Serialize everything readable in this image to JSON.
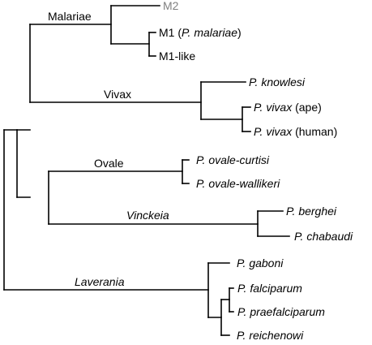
{
  "colors": {
    "branch": "#000000",
    "text": "#000000",
    "muted": "#808080"
  },
  "clades": {
    "malariae": "Malariae",
    "vivax": "Vivax",
    "ovale": "Ovale",
    "vinckeia": "Vinckeia",
    "laverania": "Laverania"
  },
  "leaves": {
    "m2": "M2",
    "m1_prefix": "M1 (",
    "m1_species": "P. malariae",
    "m1_suffix": ")",
    "m1_like": "M1-like",
    "knowlesi": "P. knowlesi",
    "vivax_species": "P. vivax",
    "vivax_ape_host": " (ape)",
    "vivax_human_host": " (human)",
    "ovale_curtisi": "P. ovale-curtisi",
    "ovale_wallikeri": "P. ovale-wallikeri",
    "berghei": "P. berghei",
    "chabaudi": "P. chabaudi",
    "gaboni": "P. gaboni",
    "falciparum": "P. falciparum",
    "praefalciparum": "P. praefalciparum",
    "reichenowi": "P. reichenowi"
  }
}
